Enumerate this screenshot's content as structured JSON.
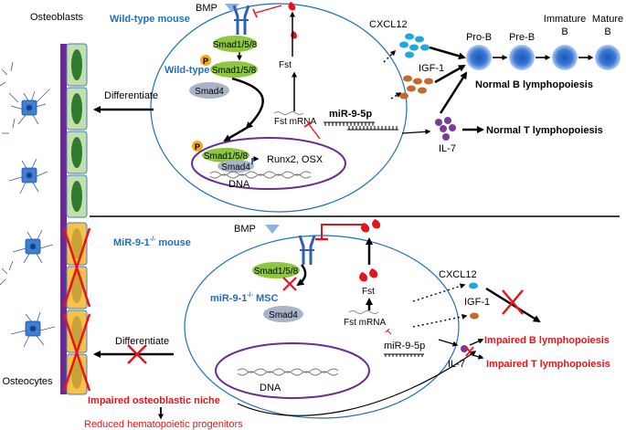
{
  "panels": {
    "osteoblasts_label": "Osteoblasts",
    "osteocytes_label": "Osteocytes"
  },
  "wildtype": {
    "mouse_title": "Wild-type mouse",
    "msc_title": "Wild-type MSC",
    "bmp": "BMP",
    "smad158": "Smad1/5/8",
    "smad158_p": "Smad1/5/8",
    "p_label": "P",
    "smad4": "Smad4",
    "nucleus_smad158": "Smad1/5/8",
    "nucleus_smad4": "Smad4",
    "nucleus_p": "P",
    "runx2": "Runx2, OSX",
    "dna": "DNA",
    "fst": "Fst",
    "fst_mrna": "Fst mRNA",
    "mir": "miR-9-5p",
    "differentiate": "Differentiate",
    "cxcl12": "CXCL12",
    "igf1": "IGF-1",
    "il7": "IL-7",
    "b_stages": [
      "Pro-B",
      "Pre-B",
      "Immature B",
      "Mature B"
    ],
    "immature_line1": "Immature",
    "immature_line2": "B",
    "mature_line1": "Mature",
    "mature_line2": "B",
    "normal_b": "Normal B lymphopoiesis",
    "normal_t": "Normal T lymphopoiesis"
  },
  "knockout": {
    "mouse_title": "MiR-9-1",
    "mouse_sup": "-/-",
    "mouse_suffix": " mouse",
    "msc_title": "miR-9-1",
    "msc_sup": "-/-",
    "msc_suffix": " MSC",
    "bmp": "BMP",
    "smad158": "Smad1/5/8",
    "smad4": "Smad4",
    "fst": "Fst",
    "fst_mrna": "Fst mRNA",
    "mir": "miR-9-5p",
    "dna": "DNA",
    "differentiate": "Differentiate",
    "cxcl12": "CXCL12",
    "igf1": "IGF-1",
    "il7": "IL-7",
    "impaired_b": "Impaired B lymphopoiesis",
    "impaired_t": "Impaired T lymphopoiesis",
    "impaired_niche": "Impaired osteoblastic niche",
    "reduced_progenitors": "Reduced hematopoietic progenitors"
  },
  "colors": {
    "title_blue": "#1f6fc0",
    "red": "#e8141b",
    "smad_green": "#8dc63f",
    "smad4_gray": "#a9b4c6",
    "p_orange": "#f5a623",
    "cell_blue": "#3d7fd6",
    "osteoblast_green": "#c4e0a8",
    "osteocyte_orange": "#f7c24a",
    "cxcl12_cyan": "#1fa8e0",
    "igf1_brown": "#c7682b",
    "il7_purple": "#7a3c99",
    "membrane_purple": "#6a2c91"
  }
}
